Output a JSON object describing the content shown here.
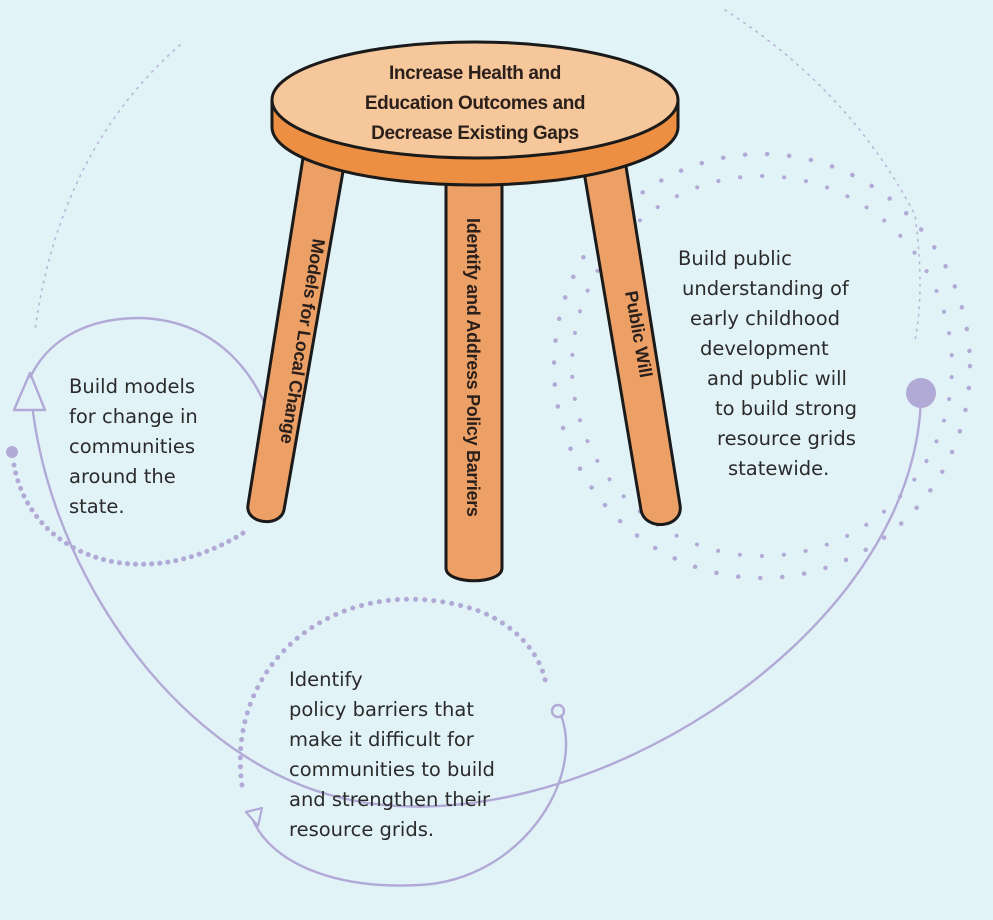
{
  "stool": {
    "seat_lines": [
      "Increase Health and",
      "Education Outcomes and",
      "Decrease Existing Gaps"
    ],
    "legs": {
      "left": "Models for Local Change",
      "center": "Identify and Address Policy Barriers",
      "right": "Public Will"
    }
  },
  "descriptions": {
    "local_change": [
      "Build models",
      "for change in",
      "communities",
      "around the",
      "state."
    ],
    "public_will": [
      "Build public",
      "understanding of",
      "early childhood",
      "development",
      "and public will",
      "to build strong",
      "resource grids",
      "statewide."
    ],
    "policy_barriers": [
      "Identify",
      "policy barriers that",
      "make it difficult for",
      "communities to build",
      "and strengthen their",
      "resource grids."
    ]
  },
  "colors": {
    "background": "#e2f3f8",
    "seat_top": "#f5c79a",
    "seat_side": "#ec8f42",
    "leg_fill": "#eca066",
    "outline": "#1a1a1a",
    "cycle": "#b2aad6"
  }
}
